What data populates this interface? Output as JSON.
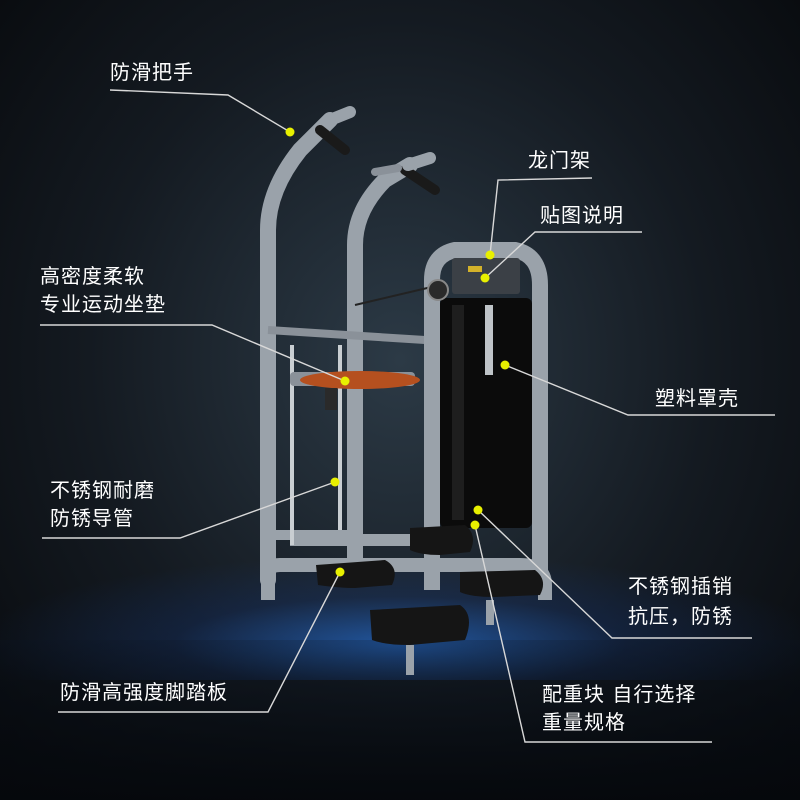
{
  "colors": {
    "leader": "#d8d8d8",
    "dot": "#e8f000",
    "frame": "#9aa2aa",
    "frame_dark": "#6c737a",
    "stack": "#0b0b0b",
    "seat": "#b5501f",
    "pedal": "#151515"
  },
  "labels": {
    "handle": "防滑把手",
    "gantry": "龙门架",
    "decal": "贴图说明",
    "seat_line1": "高密度柔软",
    "seat_line2": "专业运动坐垫",
    "cover": "塑料罩壳",
    "guide_line1": "不锈钢耐磨",
    "guide_line2": "防锈导管",
    "pin_line1": "不锈钢插销",
    "pin_line2": "抗压，防锈",
    "pedal": "防滑高强度脚踏板",
    "weight_line1": "配重块 自行选择",
    "weight_line2": "重量规格"
  }
}
